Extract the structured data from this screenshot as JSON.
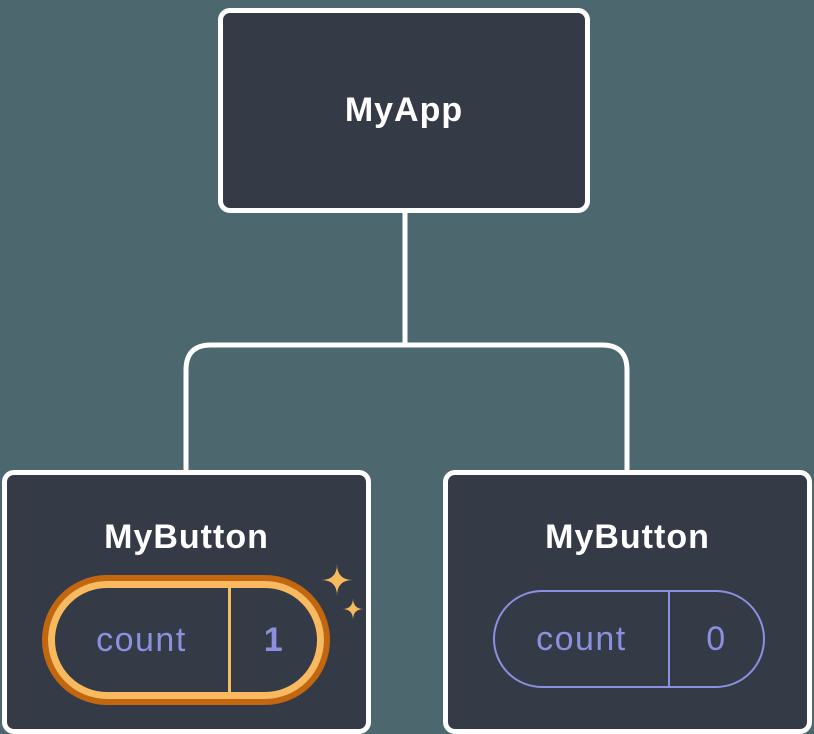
{
  "root_node": {
    "label": "MyApp"
  },
  "child_nodes": [
    {
      "label": "MyButton",
      "state_name": "count",
      "state_value": "1",
      "highlighted": true
    },
    {
      "label": "MyButton",
      "state_name": "count",
      "state_value": "0",
      "highlighted": false
    }
  ],
  "colors": {
    "background": "#4C676D",
    "node_fill": "#343A46",
    "node_border": "#FFFFFF",
    "title_text": "#FFFFFF",
    "state_text": "#8B90E0",
    "highlight_ring_outer": "#C2660F",
    "highlight_ring_inner": "#F9BA5F",
    "sparkle": "#F8BA5E"
  }
}
